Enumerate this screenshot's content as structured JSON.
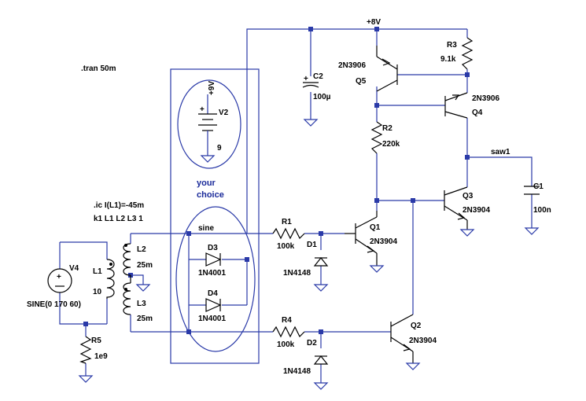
{
  "directive_tran": ".tran 50m",
  "directive_ic": ".ic I(L1)=-45m",
  "directive_k": "k1 L1 L2 L3 1",
  "box_label_line1": "your",
  "box_label_line2": "choice",
  "net_vcc": "+8V",
  "net_sine": "sine",
  "net_saw": "saw1",
  "V2": {
    "ref": "V2",
    "value": "9",
    "plus": "+9V"
  },
  "V4": {
    "ref": "V4",
    "value": "SINE(0 170 60)"
  },
  "C2": {
    "ref": "C2",
    "value": "100µ"
  },
  "C1": {
    "ref": "C1",
    "value": "100n"
  },
  "R1": {
    "ref": "R1",
    "value": "100k"
  },
  "R2": {
    "ref": "R2",
    "value": "220k"
  },
  "R3": {
    "ref": "R3",
    "value": "9.1k"
  },
  "R4": {
    "ref": "R4",
    "value": "100k"
  },
  "R5": {
    "ref": "R5",
    "value": "1e9"
  },
  "L1": {
    "ref": "L1",
    "value": "10"
  },
  "L2": {
    "ref": "L2",
    "value": "25m"
  },
  "L3": {
    "ref": "L3",
    "value": "25m"
  },
  "D1": {
    "ref": "D1",
    "value": "1N4148"
  },
  "D2": {
    "ref": "D2",
    "value": "1N4148"
  },
  "D3": {
    "ref": "D3",
    "value": "1N4001"
  },
  "D4": {
    "ref": "D4",
    "value": "1N4001"
  },
  "Q1": {
    "ref": "Q1",
    "model": "2N3904"
  },
  "Q2": {
    "ref": "Q2",
    "model": "2N3904"
  },
  "Q3": {
    "ref": "Q3",
    "model": "2N3904"
  },
  "Q4": {
    "ref": "Q4",
    "model": "2N3906"
  },
  "Q5": {
    "ref": "Q5",
    "model": "2N3906"
  }
}
